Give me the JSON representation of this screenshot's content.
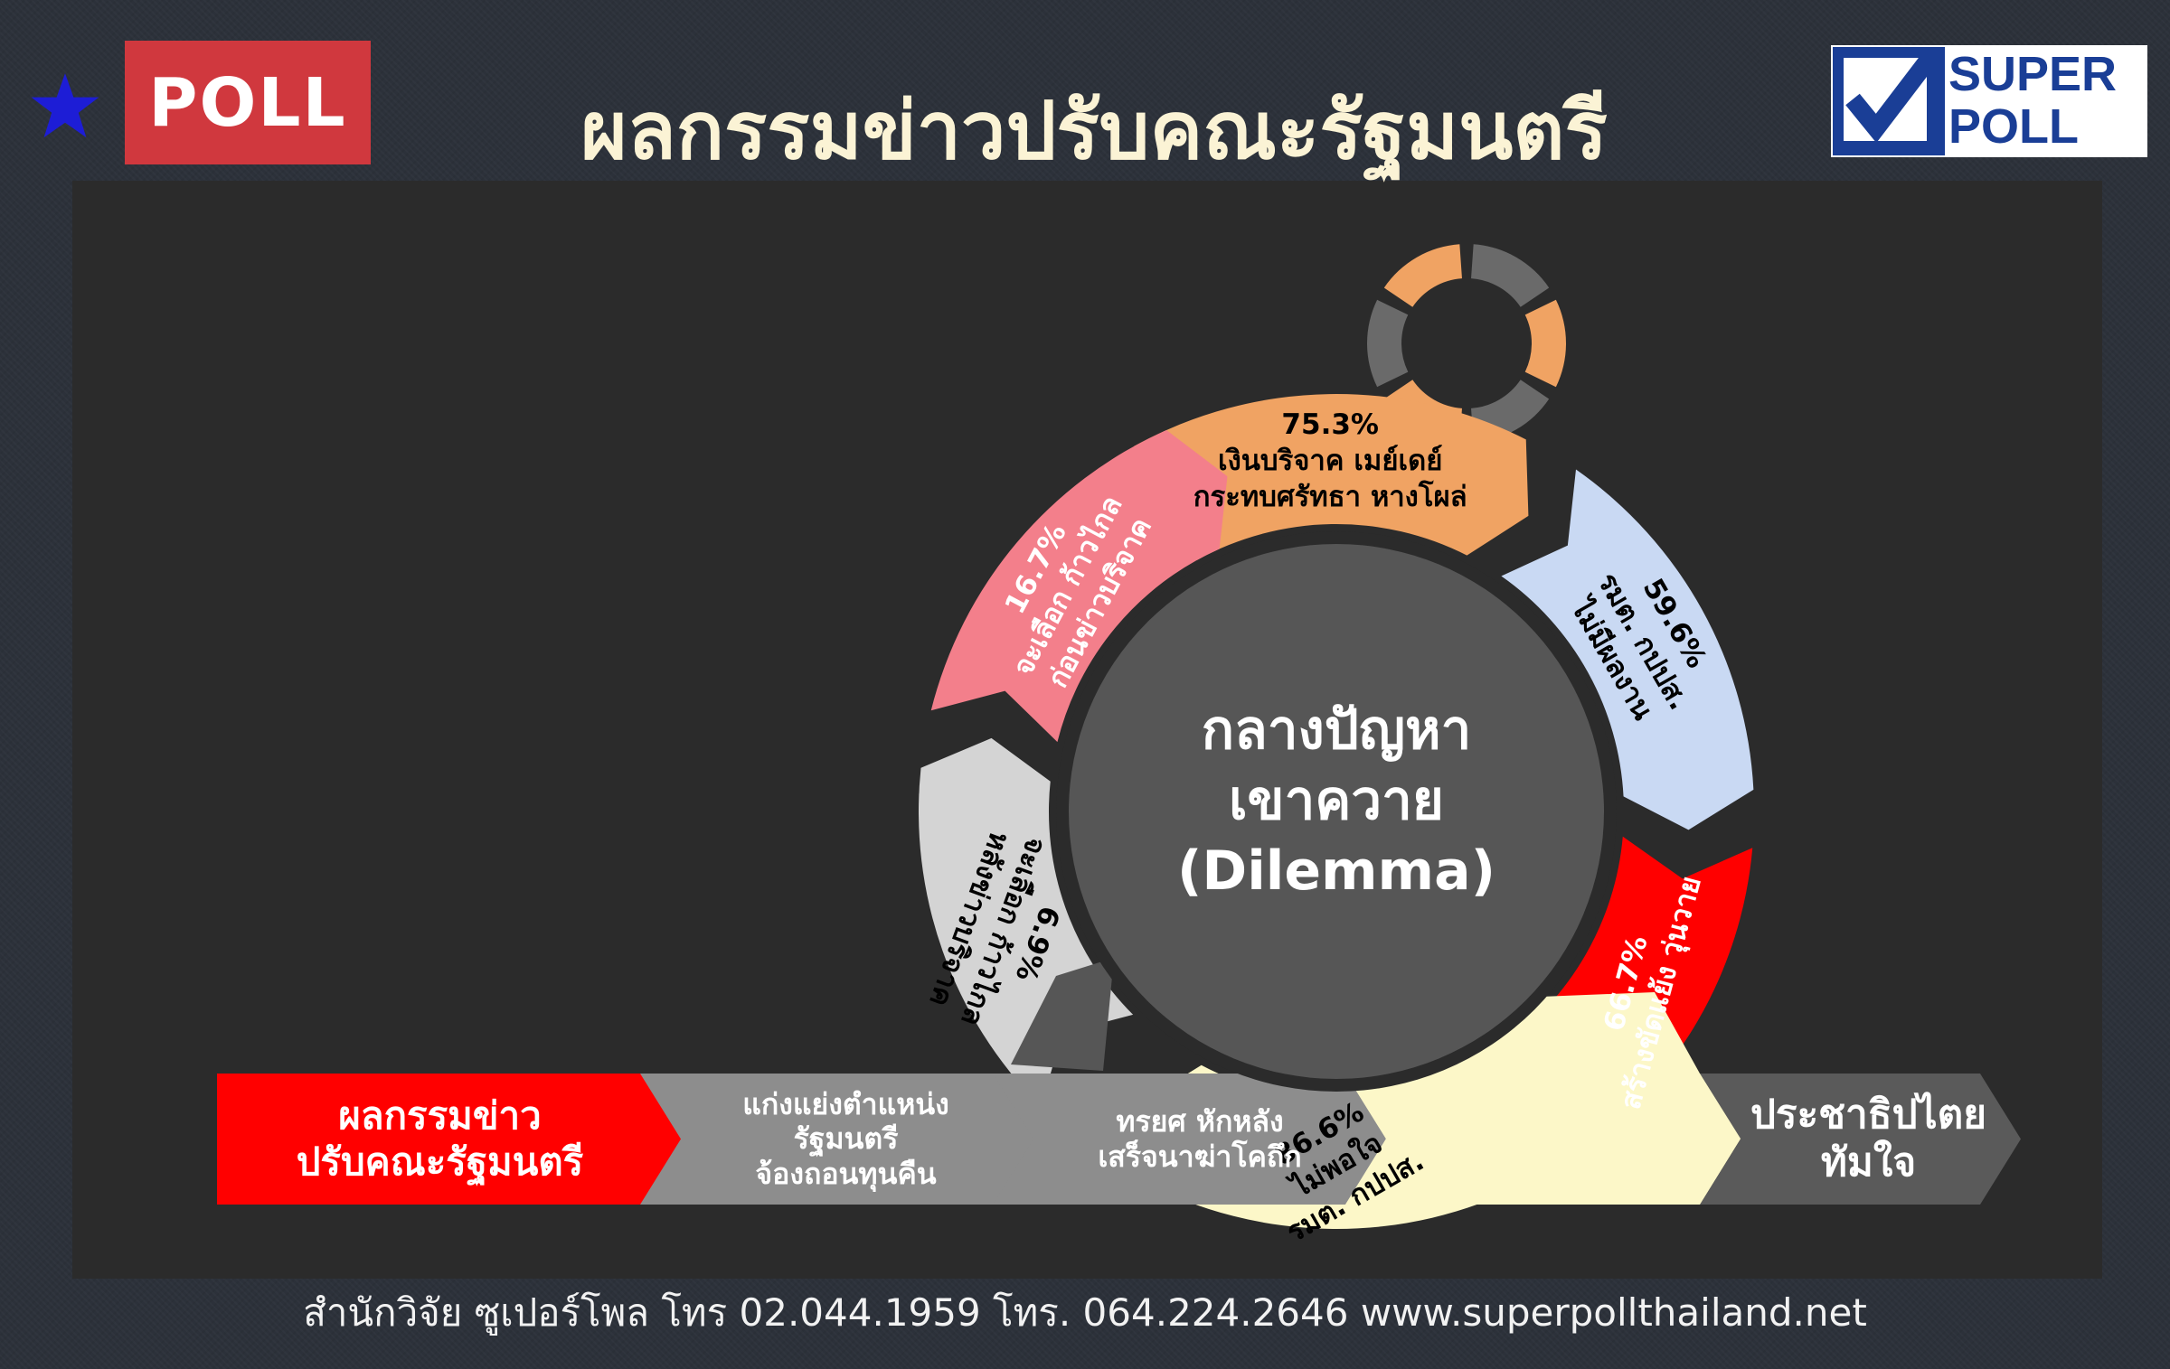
{
  "header": {
    "badge": "POLL",
    "title": "ผลกรรมข่าวปรับคณะรัฐมนตรี",
    "logo_line1": "SUPER",
    "logo_line2": "POLL"
  },
  "center": {
    "line1": "กลางปัญหา",
    "line2": "เขาควาย",
    "line3": "(Dilemma)"
  },
  "segments": [
    {
      "percent": "75.3%",
      "line1": "เงินบริจาค เมย์เดย์",
      "line2": "กระทบศรัทธา หางโผล่",
      "color": "#f0a363",
      "text_color": "#000000"
    },
    {
      "percent": "59.6%",
      "line1": "รมต. กปปส.",
      "line2": "ไม่มีผลงาน",
      "color": "#c9d9f3",
      "text_color": "#000000"
    },
    {
      "percent": "66.7%",
      "line1": "สร้างขัดแย้ง วุ่นวาย",
      "line2": "",
      "color": "#ff0000",
      "text_color": "#ffffff"
    },
    {
      "percent": "86.6%",
      "line1": "ไม่พอใจ",
      "line2": "รมต. กปปส.",
      "color": "#fcf7c8",
      "text_color": "#000000"
    },
    {
      "percent": "6.9%",
      "line1": "จะเลือก ก้าวไกล",
      "line2": "หลังข่าวบริจาค",
      "color": "#d4d4d4",
      "text_color": "#000000"
    },
    {
      "percent": "16.7%",
      "line1": "จะเลือก ก้าวไกล",
      "line2": "ก่อนข่าวบริจาค",
      "color": "#f37f8b",
      "text_color": "#ffffff"
    }
  ],
  "arrows": [
    {
      "text": "ผลกรรมข่าว\nปรับคณะรัฐมนตรี",
      "color": "#ff0000",
      "text_color": "#ffffff"
    },
    {
      "text": "แก่งแย่งตำแหน่ง\nรัฐมนตรี\nจ้องถอนทุนคืน",
      "color": "#8d8d8d",
      "text_color": "#ffffff"
    },
    {
      "text": "ทรยศ หักหลัง\nเสร็จนาฆ่าโคถึก",
      "color": "#8d8d8d",
      "text_color": "#ffffff"
    },
    {
      "text": "",
      "color": "#fcf7c8",
      "text_color": "#000000"
    },
    {
      "text": "ประชาธิปไตย\nทัมใจ",
      "color": "#5a5a5a",
      "text_color": "#ffffff"
    }
  ],
  "footer": "สำนักวิจัย ซูเปอร์โพล โทร 02.044.1959  โทร. 064.224.2646 www.superpollthailand.net"
}
